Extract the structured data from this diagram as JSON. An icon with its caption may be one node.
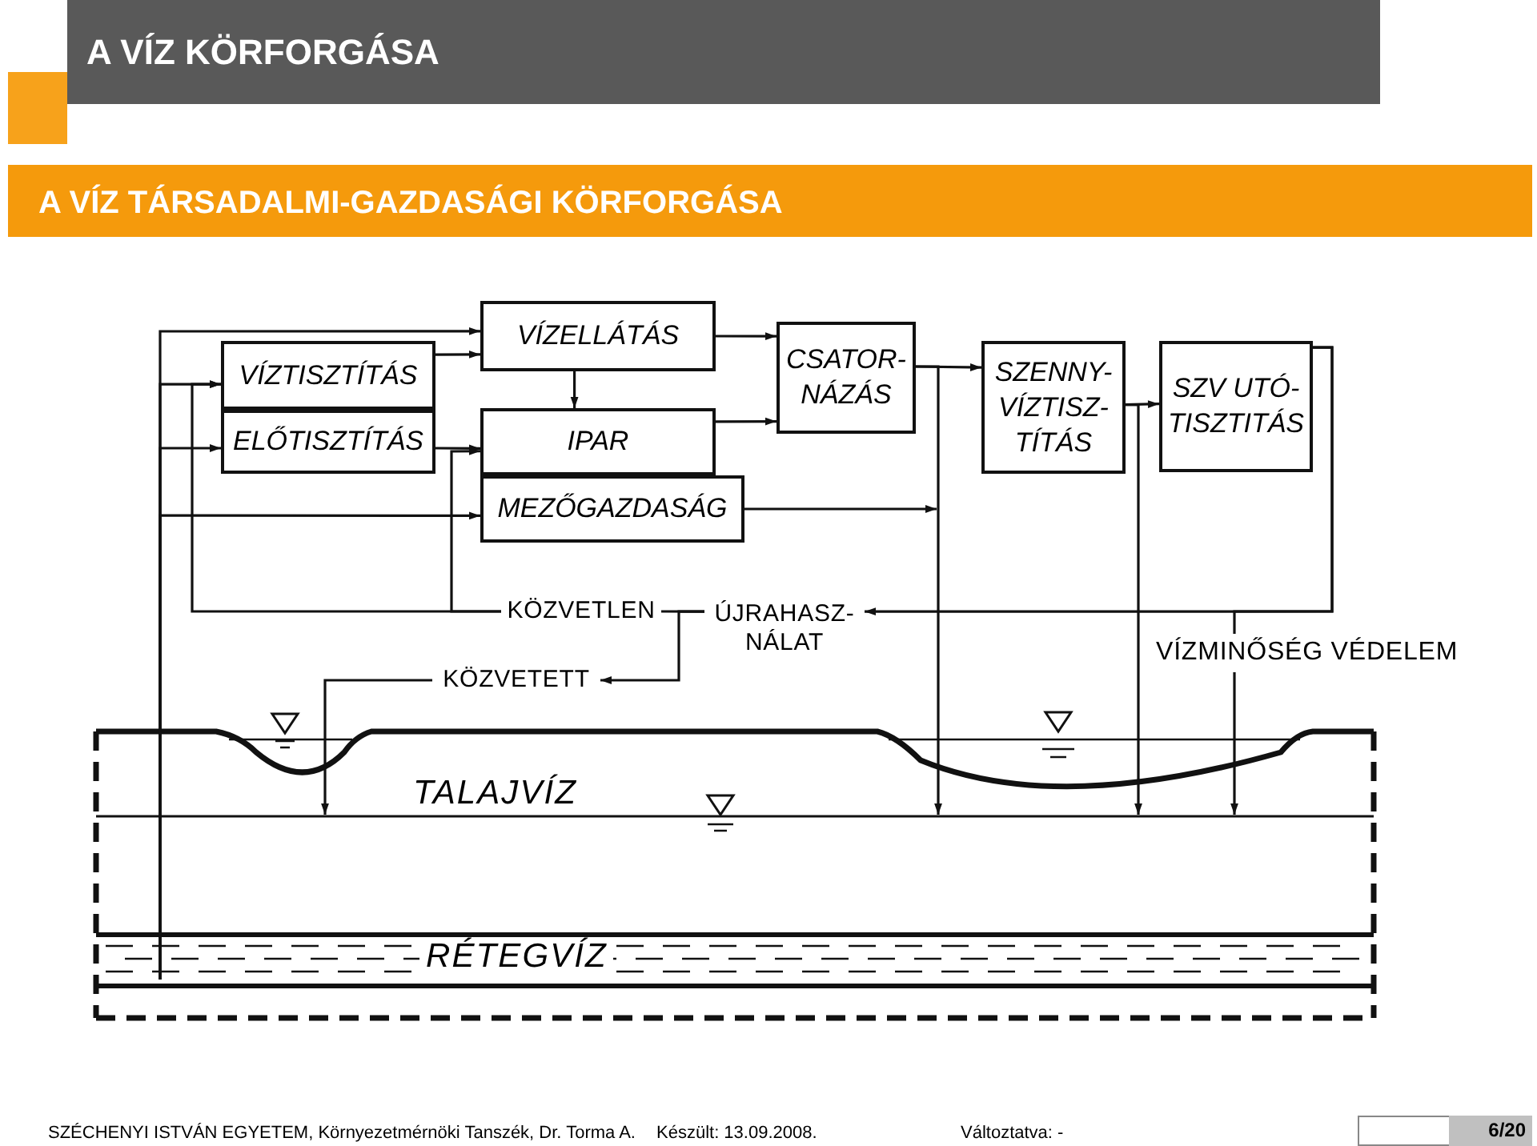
{
  "diagram": {
    "title": "A VÍZ KÖRFORGÁSA",
    "nodes": [
      {
        "text": [
          "VÍZTISZTÍTÁS"
        ]
      },
      {
        "text": [
          "ELŐTISZTÍTÁS"
        ]
      },
      {
        "text": [
          "VÍZELLÁTÁS"
        ]
      },
      {
        "text": [
          "IPAR"
        ]
      },
      {
        "text": [
          "MEZŐGAZDASÁG"
        ]
      },
      {
        "text": [
          "CSATOR- NÁZÁS"
        ]
      },
      {
        "text": [
          "SZENNY- VÍZTISZ- TÍTÁS"
        ]
      },
      {
        "text": [
          "SZV UTÓ- TISZTITÁS"
        ]
      },
      {
        "text": [
          "KÖZVETLEN"
        ]
      },
      {
        "text": [
          "ÚJRAHASZ- NÁLAT"
        ]
      },
      {
        "text": [
          "KÖZVETETT"
        ]
      }
    ],
    "edges": [
      {
        "from": 0,
        "to": 2,
        "arrow": "to"
      },
      {
        "from": 1,
        "to": 3,
        "arrow": "to"
      },
      {
        "from": 2,
        "to": 3,
        "arrow": "to"
      },
      {
        "from": 2,
        "to": 5,
        "arrow": "to"
      },
      {
        "from": 3,
        "to": 5,
        "arrow": "to"
      },
      {
        "from": 5,
        "to": 6,
        "arrow": "to"
      },
      {
        "from": 6,
        "to": 7,
        "arrow": "to"
      },
      {
        "from": 7,
        "to": 9,
        "arrow": "to"
      },
      {
        "from": 5,
        "to": null,
        "arrow": "to"
      },
      {
        "from": 4,
        "to": null,
        "arrow": "to"
      },
      {
        "from": 6,
        "to": null,
        "arrow": "to"
      },
      {
        "from": 7,
        "to": null,
        "arrow": "to"
      },
      {
        "from": 9,
        "to": 8,
        "arrow": "none"
      },
      {
        "from": 8,
        "to": 0,
        "arrow": "to"
      },
      {
        "from": 8,
        "to": 3,
        "arrow": "to"
      },
      {
        "from": 9,
        "to": 10,
        "arrow": "to"
      },
      {
        "from": 10,
        "to": null,
        "arrow": "to"
      },
      {
        "from": null,
        "to": 2,
        "arrow": "to"
      },
      {
        "from": null,
        "to": 1,
        "arrow": "to"
      },
      {
        "from": null,
        "to": 4,
        "arrow": "to"
      },
      {
        "from": null,
        "to": 0,
        "arrow": "to"
      }
    ],
    "labels": [
      "A VÍZ TÁRSADALMI-GAZDASÁGI KÖRFORGÁSA",
      "VÍZMINŐSÉG VÉDELEM",
      "TALAJVÍZ",
      "RÉTEGVÍZ",
      "SZÉCHENYI ISTVÁN EGYETEM, Környezetmérnöki Tanszék, Dr. Torma A.",
      "Készült: 13.09.2008.",
      "Változtatva: -",
      "6/20"
    ]
  }
}
